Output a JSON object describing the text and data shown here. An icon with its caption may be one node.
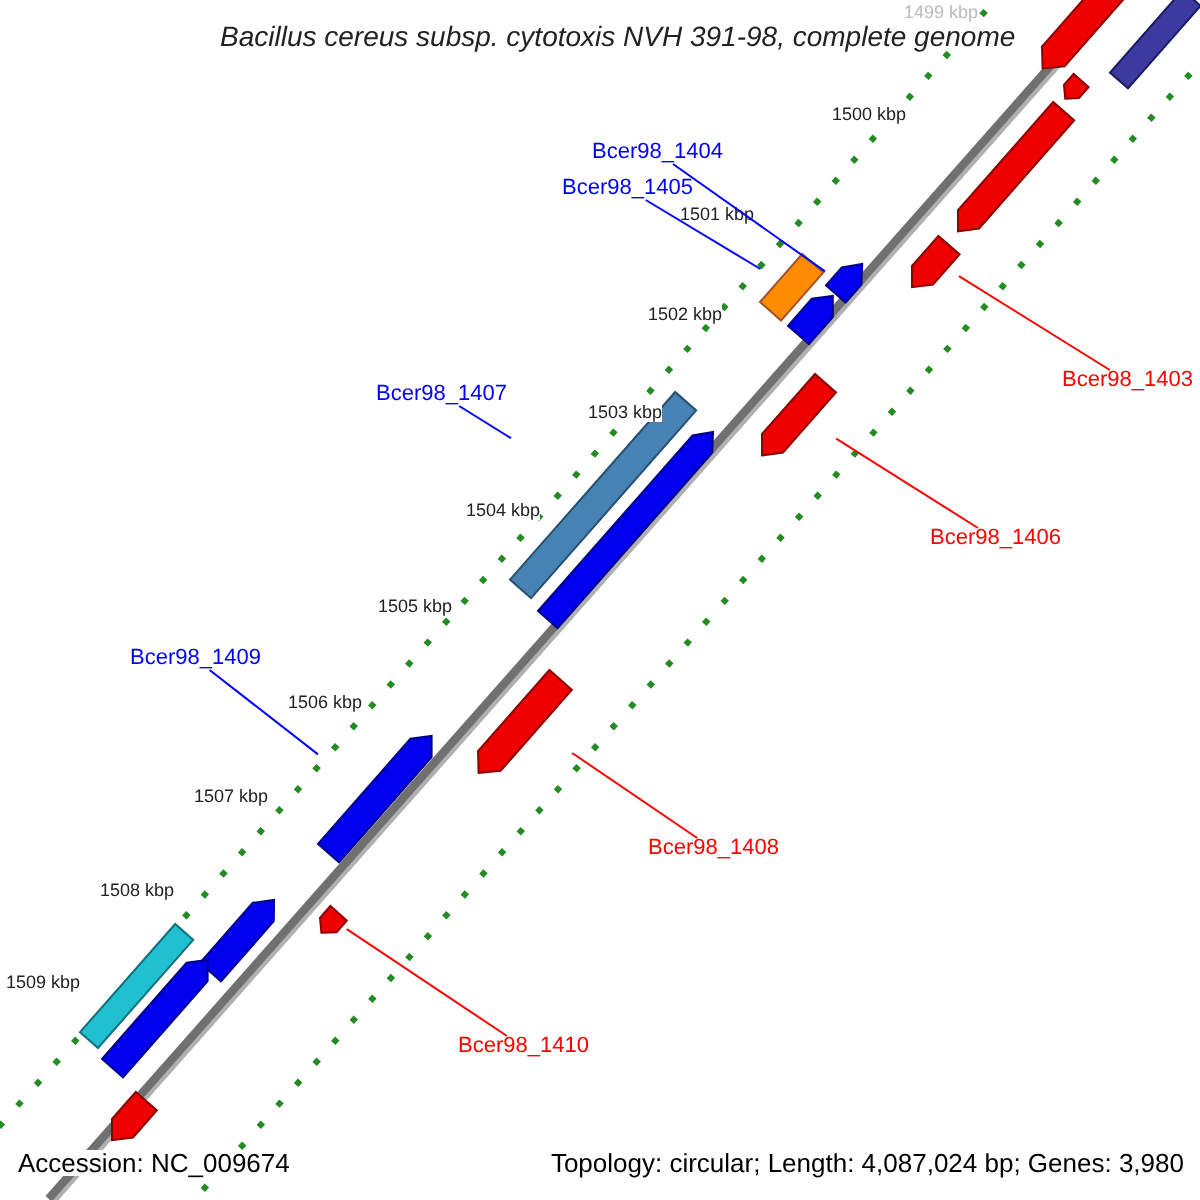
{
  "diagram": {
    "title": "Bacillus cereus subsp. cytotoxis NVH 391-98, complete genome",
    "nodes": [
      {
        "text": [],
        "shape": "arrow"
      },
      {
        "text": [],
        "shape": "bar"
      },
      {
        "text": [],
        "shape": "arrow"
      },
      {
        "text": [
          "Bcer98_1404"
        ]
      },
      {
        "text": [],
        "shape": "arrow"
      },
      {
        "text": [
          "Bcer98_1405"
        ]
      },
      {
        "text": [],
        "shape": "arrow"
      },
      {
        "text": [],
        "shape": "arrow"
      },
      {
        "text": [],
        "shape": "bar"
      },
      {
        "text": [],
        "shape": "arrow"
      },
      {
        "text": [
          "Bcer98_1403"
        ]
      },
      {
        "text": [
          "Bcer98_1407"
        ]
      },
      {
        "text": [],
        "shape": "arrow"
      },
      {
        "text": [],
        "shape": "bar"
      },
      {
        "text": [],
        "shape": "arrow"
      },
      {
        "text": [
          "Bcer98_1406"
        ]
      },
      {
        "text": [
          "Bcer98_1409"
        ]
      },
      {
        "text": [],
        "shape": "arrow"
      },
      {
        "text": [],
        "shape": "arrow"
      },
      {
        "text": [
          "Bcer98_1408"
        ]
      },
      {
        "text": [],
        "shape": "arrow"
      },
      {
        "text": [],
        "shape": "arrow"
      },
      {
        "text": [],
        "shape": "bar"
      },
      {
        "text": [],
        "shape": "arrow"
      },
      {
        "text": [
          "Bcer98_1410"
        ]
      },
      {
        "text": [],
        "shape": "arrow"
      }
    ],
    "edges": [
      {
        "from": 3,
        "to": 7,
        "arrow": "none",
        "color": "#0000ff"
      },
      {
        "from": 5,
        "to": 8,
        "arrow": "none",
        "color": "#0000ff"
      },
      {
        "from": 10,
        "to": 6,
        "arrow": "none",
        "color": "#ff0000"
      },
      {
        "from": 15,
        "to": 12,
        "arrow": "none",
        "color": "#ff0000"
      },
      {
        "from": 11,
        "to": 13,
        "arrow": "none",
        "color": "#0000ff"
      },
      {
        "from": 16,
        "to": 18,
        "arrow": "none",
        "color": "#0000ff"
      },
      {
        "from": 19,
        "to": 17,
        "arrow": "none",
        "color": "#ff0000"
      },
      {
        "from": 24,
        "to": 20,
        "arrow": "none",
        "color": "#ff0000"
      }
    ],
    "labels": [
      "1499 kbp",
      "1500 kbp",
      "1501 kbp",
      "1502 kbp",
      "1503 kbp",
      "1504 kbp",
      "1505 kbp",
      "1506 kbp",
      "1507 kbp",
      "1508 kbp",
      "1509 kbp",
      "Accession: NC_009674",
      "Topology: circular; Length: 4,087,024 bp; Genes: 3,980"
    ]
  }
}
